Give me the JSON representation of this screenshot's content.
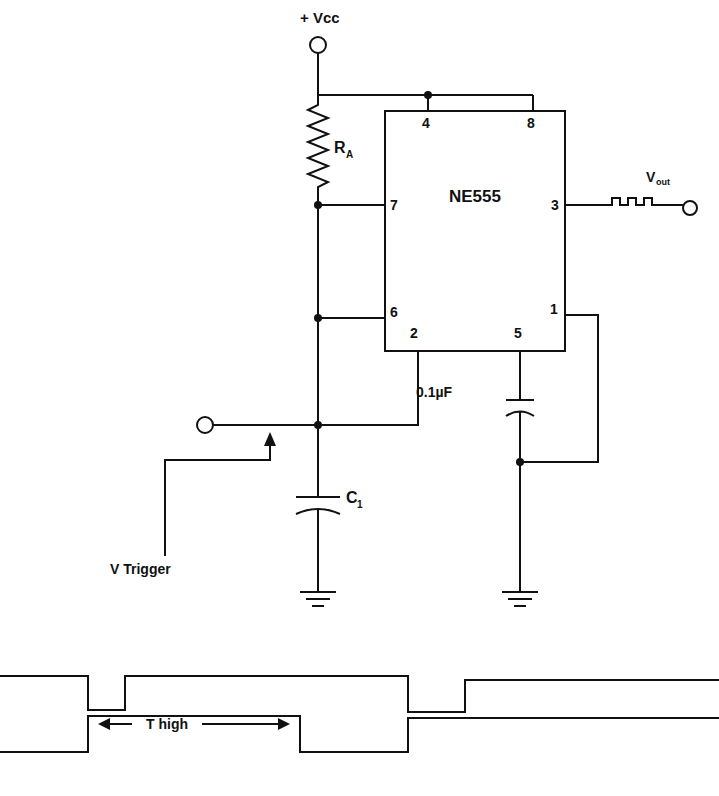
{
  "diagram": {
    "nodes": [
      {
        "text": [
          "NE555"
        ]
      }
    ],
    "labels": [
      "+ Vcc",
      "R",
      "A",
      "4",
      "8",
      "7",
      "3",
      "V",
      "out",
      "6",
      "2",
      "1",
      "5",
      "0.1µF",
      "C",
      "1",
      "V Trigger",
      "T high"
    ]
  }
}
